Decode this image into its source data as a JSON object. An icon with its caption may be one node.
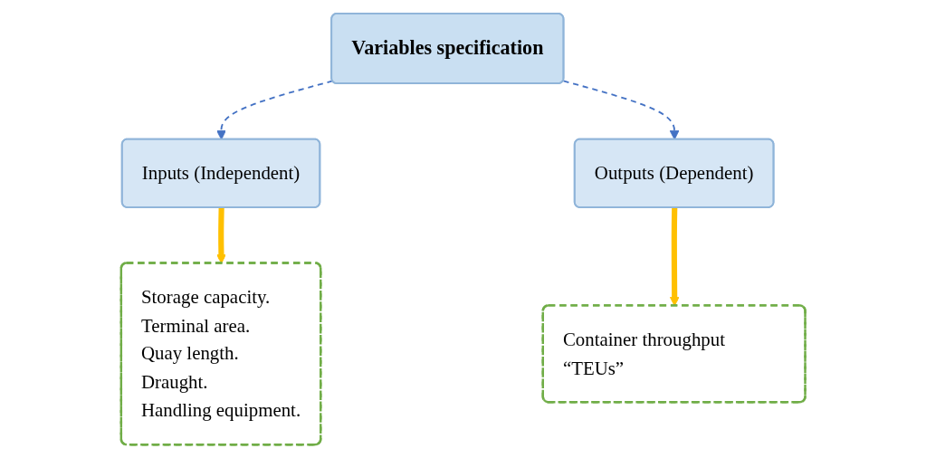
{
  "diagram": {
    "nodes": [
      {
        "text": [
          "Variables specification"
        ]
      },
      {
        "text": [
          "Inputs (Independent)"
        ]
      },
      {
        "text": [
          "Outputs (Dependent)"
        ]
      },
      {
        "text": [
          "Storage capacity.",
          "Terminal area.",
          "Quay length.",
          "Draught.",
          "Handling equipment."
        ]
      },
      {
        "text": [
          "Container throughput “TEUs”"
        ]
      }
    ],
    "edges": [
      {
        "from": 0,
        "to": 1,
        "arrow": "to",
        "style": "dashed",
        "color": "#4472c4"
      },
      {
        "from": 0,
        "to": 2,
        "arrow": "to",
        "style": "dashed",
        "color": "#4472c4"
      },
      {
        "from": 1,
        "to": 3,
        "arrow": "to",
        "style": "thick",
        "color": "#ffc000"
      },
      {
        "from": 2,
        "to": 4,
        "arrow": "to",
        "style": "thick",
        "color": "#ffc000"
      }
    ]
  }
}
